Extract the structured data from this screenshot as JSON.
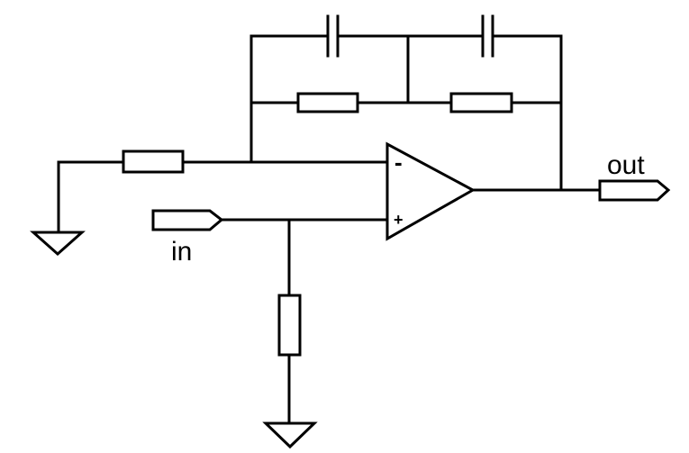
{
  "diagram": {
    "type": "op-amp circuit schematic",
    "labels": {
      "input": "in",
      "output": "out"
    },
    "opamp": {
      "inverting_sign": "-",
      "noninverting_sign": "+"
    },
    "components": {
      "resistors": 4,
      "capacitors": 2,
      "grounds": 2,
      "opamps": 1,
      "ports": 2
    },
    "colors": {
      "line": "#000000",
      "background": "#ffffff"
    }
  }
}
